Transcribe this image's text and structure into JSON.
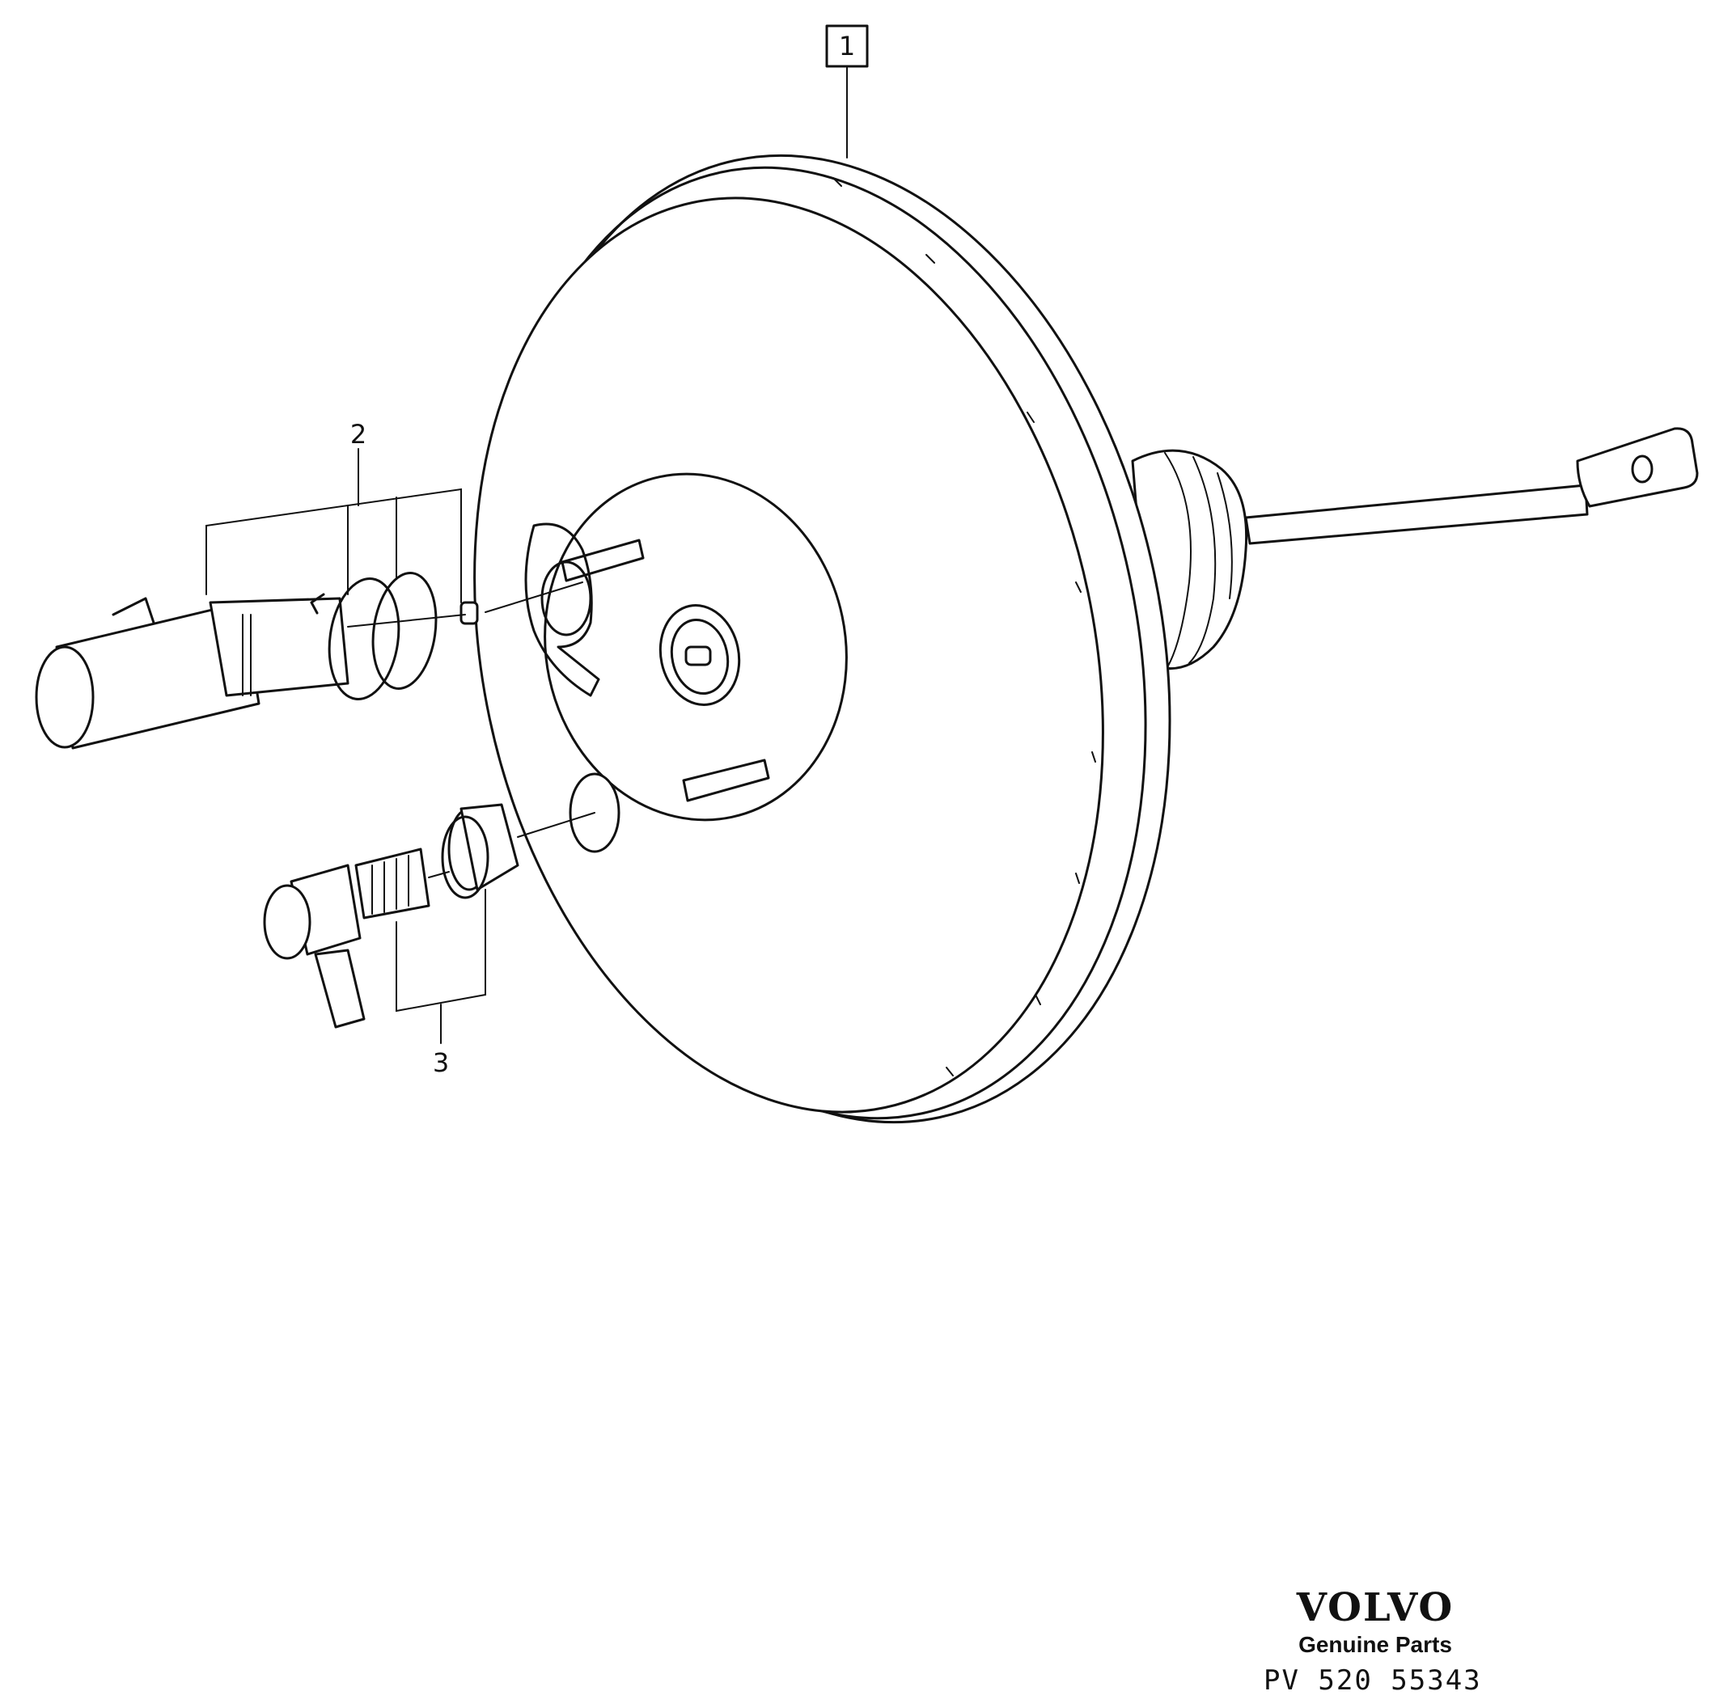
{
  "callouts": {
    "item1": "1",
    "item2": "2",
    "item3": "3"
  },
  "footer": {
    "brand": "VOLVO",
    "tagline": "Genuine Parts",
    "part_number": "PV  520 55343"
  }
}
